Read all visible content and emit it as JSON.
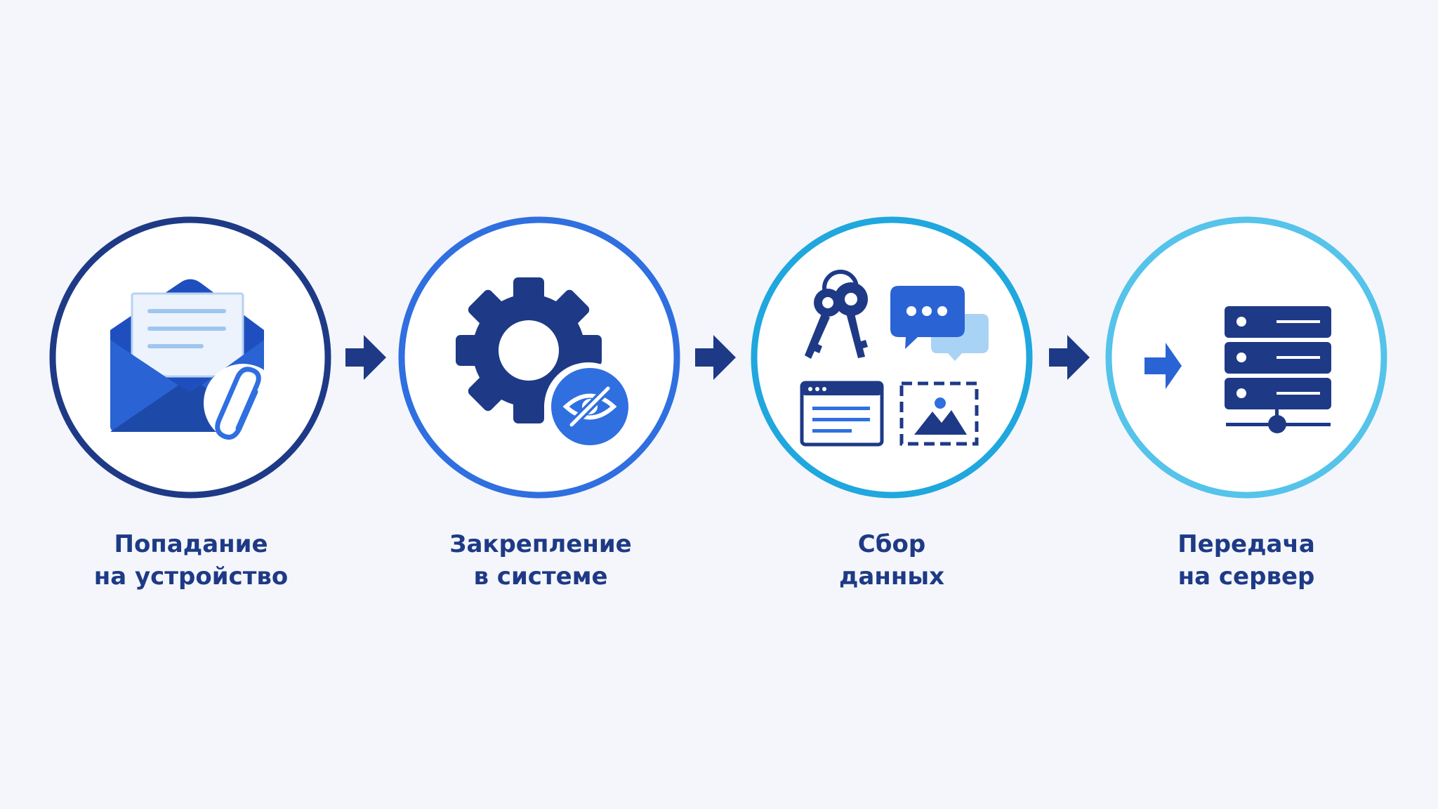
{
  "diagram": {
    "steps": [
      {
        "id": "delivery",
        "label_line1": "Попадание",
        "label_line2": "на устройство",
        "ring_color": "#1e3a86",
        "icon": "email-with-attachment-icon"
      },
      {
        "id": "persistence",
        "label_line1": "Закрепление",
        "label_line2": "в системе",
        "ring_color": "#2f6fe0",
        "icon": "gear-with-hidden-eye-icon"
      },
      {
        "id": "collection",
        "label_line1": "Сбор",
        "label_line2": "данных",
        "ring_color": "#1fa7de",
        "icon": "keys-chat-window-screenshot-icons"
      },
      {
        "id": "exfiltration",
        "label_line1": "Передача",
        "label_line2": "на сервер",
        "ring_color": "#55c3ea",
        "icon": "arrow-to-server-icon"
      }
    ],
    "connector_icon": "arrow-right-icon",
    "colors": {
      "background": "#f4f6fb",
      "navy": "#1e3a86",
      "blue": "#2f6fe0",
      "light_blue": "#b9dcf6",
      "label": "#1e3a86"
    }
  }
}
